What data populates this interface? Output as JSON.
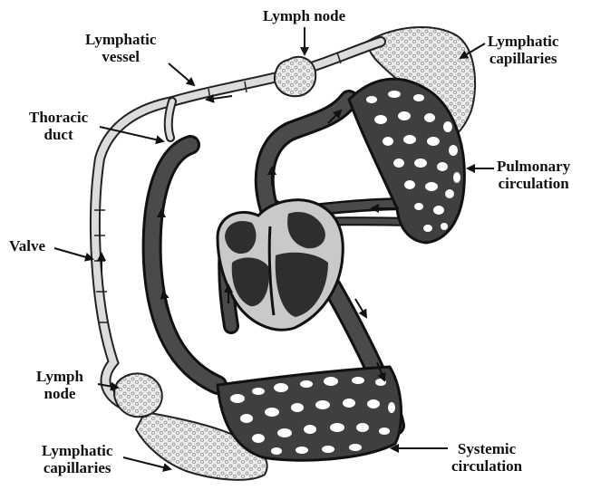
{
  "labels": {
    "lymph_node_top": "Lymph node",
    "lymphatic_vessel": [
      "Lymphatic",
      "vessel"
    ],
    "lymphatic_capillaries_top": [
      "Lymphatic",
      "capillaries"
    ],
    "thoracic_duct": [
      "Thoracic",
      "duct"
    ],
    "pulmonary_circulation": [
      "Pulmonary",
      "circulation"
    ],
    "valve": "Valve",
    "lymph_node_bottom": [
      "Lymph",
      "node"
    ],
    "systemic_circulation": [
      "Systemic",
      "circulation"
    ],
    "lymphatic_capillaries_bottom": [
      "Lymphatic",
      "capillaries"
    ]
  },
  "colors": {
    "dark_vessel": "#4a4a4a",
    "outline": "#111111",
    "heart_light": "#c9c9c9",
    "heart_dark": "#2e2e2e",
    "lymph_fill": "#e6e6e6",
    "lymph_vessel": "#d8d8d8"
  }
}
